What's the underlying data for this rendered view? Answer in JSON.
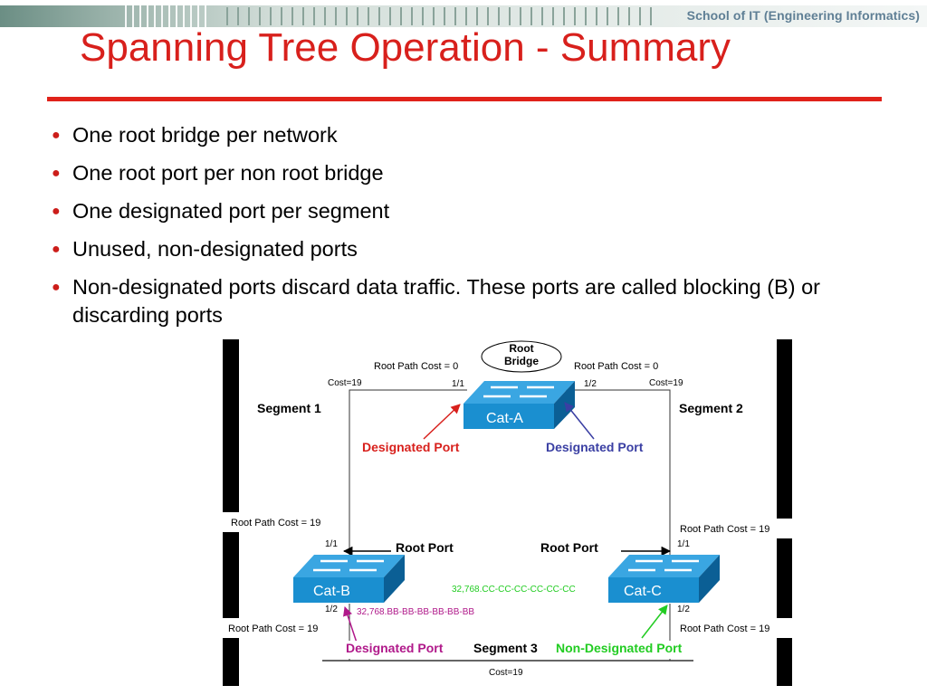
{
  "header": {
    "brand": "School of IT (Engineering Informatics)",
    "title": "Spanning Tree Operation - Summary"
  },
  "bullets": [
    "One root bridge per network",
    "One root port per non root bridge",
    "One designated port per segment",
    "Unused, non-designated ports",
    "Non-designated ports discard data traffic. These ports are called blocking (B) or discarding ports"
  ],
  "diagram": {
    "root_bridge_line1": "Root",
    "root_bridge_line2": "Bridge",
    "root_path_cost_a_left": "Root Path Cost = 0",
    "root_path_cost_a_right": "Root Path Cost = 0",
    "cost_seg1": "Cost=19",
    "cost_seg2": "Cost=19",
    "cost_seg3": "Cost=19",
    "port_a_11": "1/1",
    "port_a_12": "1/2",
    "switch_a": "Cat-A",
    "switch_b": "Cat-B",
    "switch_c": "Cat-C",
    "segment1": "Segment 1",
    "segment2": "Segment 2",
    "segment3": "Segment 3",
    "designated_port_a1": "Designated Port",
    "designated_port_a2": "Designated Port",
    "designated_port_b": "Designated Port",
    "non_designated_port_c": "Non-Designated Port",
    "root_port_b": "Root Port",
    "root_port_c": "Root Port",
    "rpc_b_top": "Root Path Cost = 19",
    "rpc_b_bottom": "Root Path Cost = 19",
    "rpc_c_top": "Root Path Cost = 19",
    "rpc_c_bottom": "Root Path Cost = 19",
    "port_b_11": "1/1",
    "port_b_12": "1/2",
    "port_c_11": "1/1",
    "port_c_12": "1/2",
    "bridge_id_b": "32,768.BB-BB-BB-BB-BB-BB",
    "bridge_id_c": "32,768.CC-CC-CC-CC-CC-CC",
    "colors": {
      "title": "#d8201c",
      "designated_red": "#d8201c",
      "designated_blue": "#3a3fa3",
      "designated_magenta": "#b0198a",
      "non_designated_green": "#22cc22",
      "switch_blue": "#1a8fd0"
    }
  }
}
